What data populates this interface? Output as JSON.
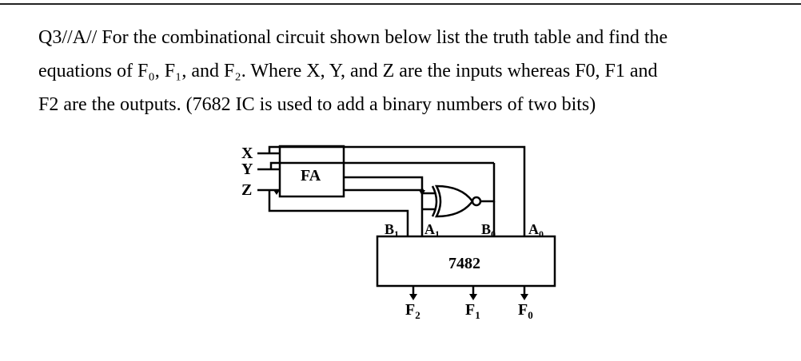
{
  "question": {
    "lines": [
      "Q3//A//  For the combinational circuit shown below list the truth table and find the",
      "equations of F₀, F₁, and F₂. Where X, Y, and Z are the inputs whereas F0, F1 and",
      "F2 are the outputs. (7682 IC is used to add a binary numbers of two bits)"
    ]
  },
  "circuit": {
    "inputs": {
      "x": "X",
      "y": "Y",
      "z": "Z"
    },
    "fa_label": "FA",
    "ic_label": "7482",
    "pins": {
      "b1": "B",
      "b1_sub": "1",
      "a1": "A",
      "a1_sub": "1",
      "b0": "B",
      "b0_sub": "0",
      "a0": "A",
      "a0_sub": "0"
    },
    "outputs": {
      "f2": "F",
      "f2_sub": "2",
      "f1": "F",
      "f1_sub": "1",
      "f0": "F",
      "f0_sub": "0"
    }
  }
}
